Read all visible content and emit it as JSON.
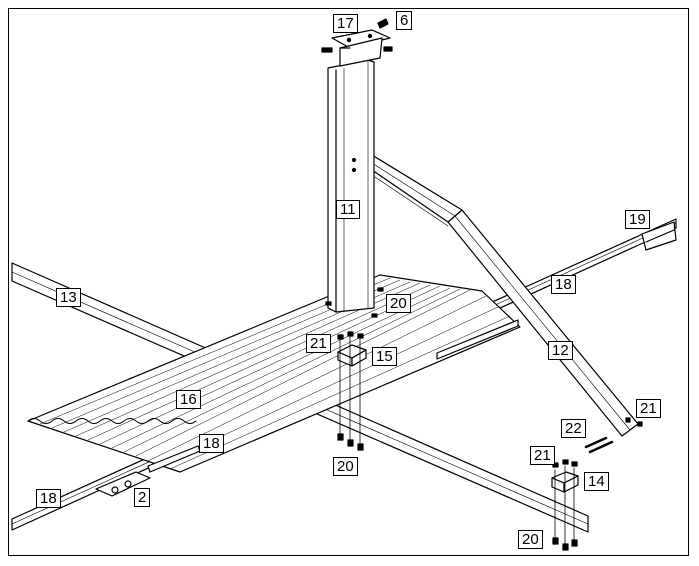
{
  "diagram": {
    "part_labels": {
      "p17": "17",
      "p6": "6",
      "p11": "11",
      "p19": "19",
      "p13": "13",
      "p20_top": "20",
      "p18_right": "18",
      "p21_upper": "21",
      "p15": "15",
      "p12": "12",
      "p16": "16",
      "p21_right": "21",
      "p22": "22",
      "p18_mid": "18",
      "p21_lower": "21",
      "p14": "14",
      "p20_mid": "20",
      "p18_left": "18",
      "p2": "2",
      "p20_bottom": "20"
    }
  }
}
